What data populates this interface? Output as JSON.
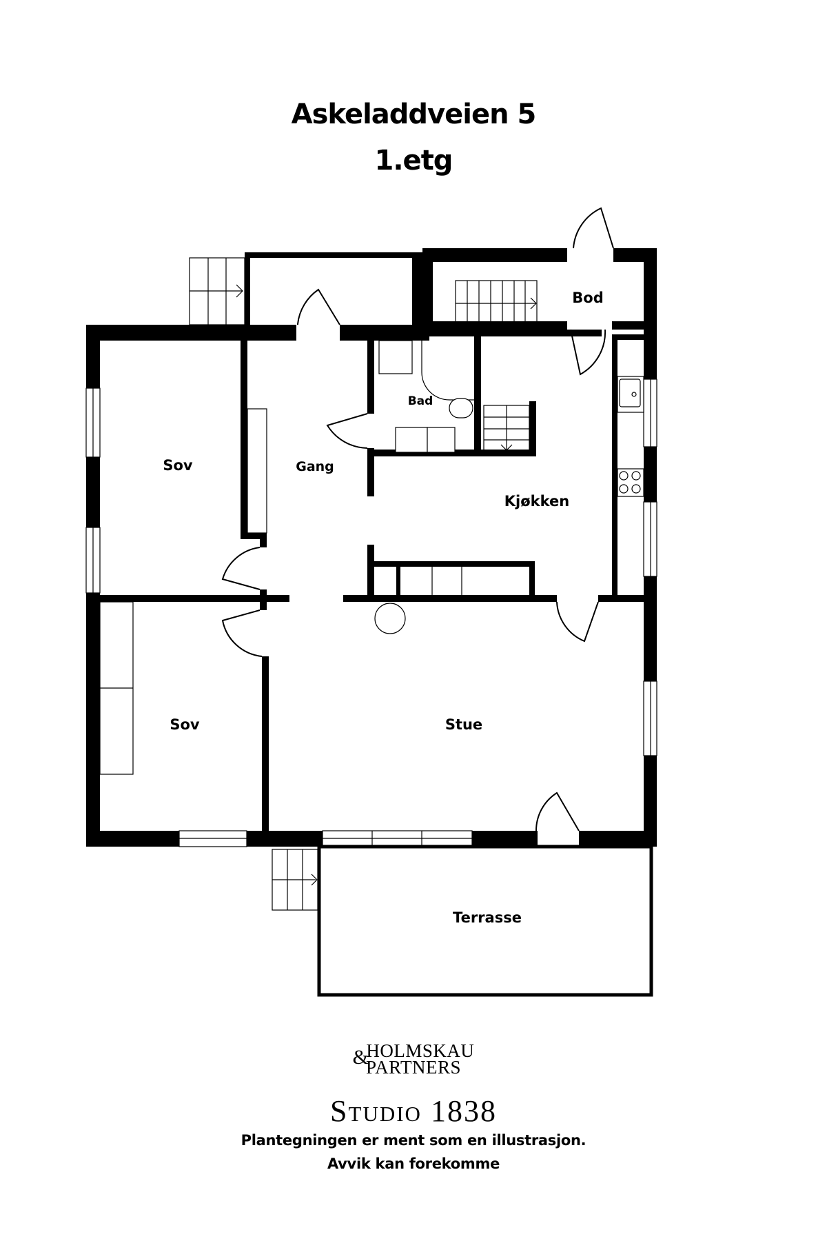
{
  "header": {
    "address": "Askeladdveien 5",
    "floor": "1.etg"
  },
  "rooms": {
    "sov_upper": "Sov",
    "gang": "Gang",
    "bad": "Bad",
    "bod": "Bod",
    "kjokken": "Kjøkken",
    "sov_lower": "Sov",
    "stue": "Stue",
    "terrasse": "Terrasse"
  },
  "footer": {
    "brand_line1": "HOLMSKAU",
    "brand_line2": "PARTNERS",
    "brand_amp": "&",
    "studio": "Studio 1838",
    "disclaimer_line1": "Plantegningen er ment som en illustrasjon.",
    "disclaimer_line2": "Avvik kan forekomme"
  },
  "colors": {
    "wall": "#000000",
    "background": "#ffffff"
  }
}
